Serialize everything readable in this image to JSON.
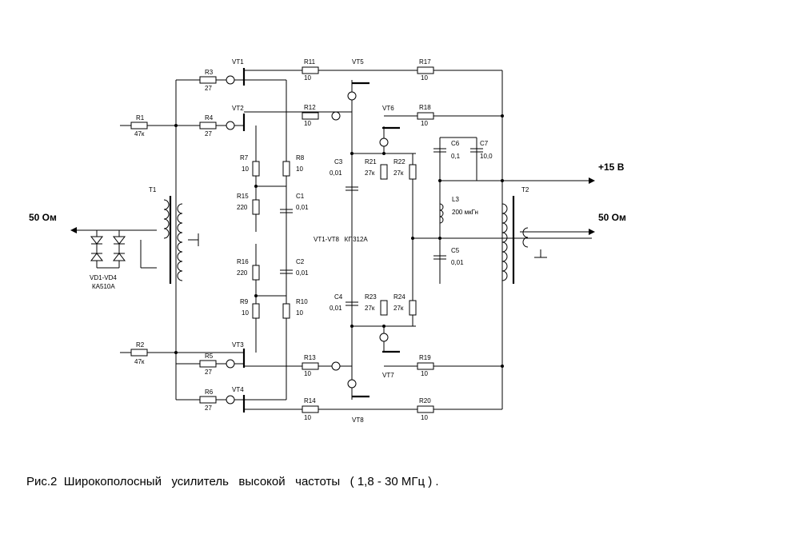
{
  "labels": {
    "vt1": "VT1",
    "vt2": "VT2",
    "vt3": "VT3",
    "vt4": "VT4",
    "vt5": "VT5",
    "vt6": "VT6",
    "vt7": "VT7",
    "vt8": "VT8",
    "r1": "R1",
    "r1_val": "47к",
    "r2": "R2",
    "r2_val": "47к",
    "r3": "R3",
    "r3_val": "27",
    "r4": "R4",
    "r4_val": "27",
    "r5": "R5",
    "r5_val": "27",
    "r6": "R6",
    "r6_val": "27",
    "r7": "R7",
    "r7_val": "10",
    "r8": "R8",
    "r8_val": "10",
    "r9": "R9",
    "r9_val": "10",
    "r10": "R10",
    "r10_val": "10",
    "r11": "R11",
    "r11_val": "10",
    "r12": "R12",
    "r12_val": "10",
    "r13": "R13",
    "r13_val": "10",
    "r14": "R14",
    "r14_val": "10",
    "r15": "R15",
    "r15_val": "220",
    "r16": "R16",
    "r16_val": "220",
    "r17": "R17",
    "r17_val": "10",
    "r18": "R18",
    "r18_val": "10",
    "r19": "R19",
    "r19_val": "10",
    "r20": "R20",
    "r20_val": "10",
    "r21": "R21",
    "r21_val": "27к",
    "r22": "R22",
    "r22_val": "27к",
    "r23": "R23",
    "r23_val": "27к",
    "r24": "R24",
    "r24_val": "27к",
    "c1": "C1",
    "c1_val": "0,01",
    "c2": "C2",
    "c2_val": "0,01",
    "c3": "C3",
    "c3_val": "0,01",
    "c4": "C4",
    "c4_val": "0,01",
    "c5": "C5",
    "c5_val": "0,01",
    "c6": "C6",
    "c6_val": "0,1",
    "c7": "C7",
    "c7_val": "10,0",
    "l3": "L3",
    "l3_val": "200 мкГн",
    "t1": "T1",
    "t2": "T2",
    "vd": "VD1-VD4",
    "vd_type": "КА510А",
    "transistor_note": "VT1-VT8   КП312А",
    "supply": "+15 В",
    "in_impedance": "50 Ом",
    "out_impedance": "50 Ом"
  },
  "caption": "Рис.2  Широкополосный   усилитель   высокой   частоты   ( 1,8 - 30 МГц ) ."
}
